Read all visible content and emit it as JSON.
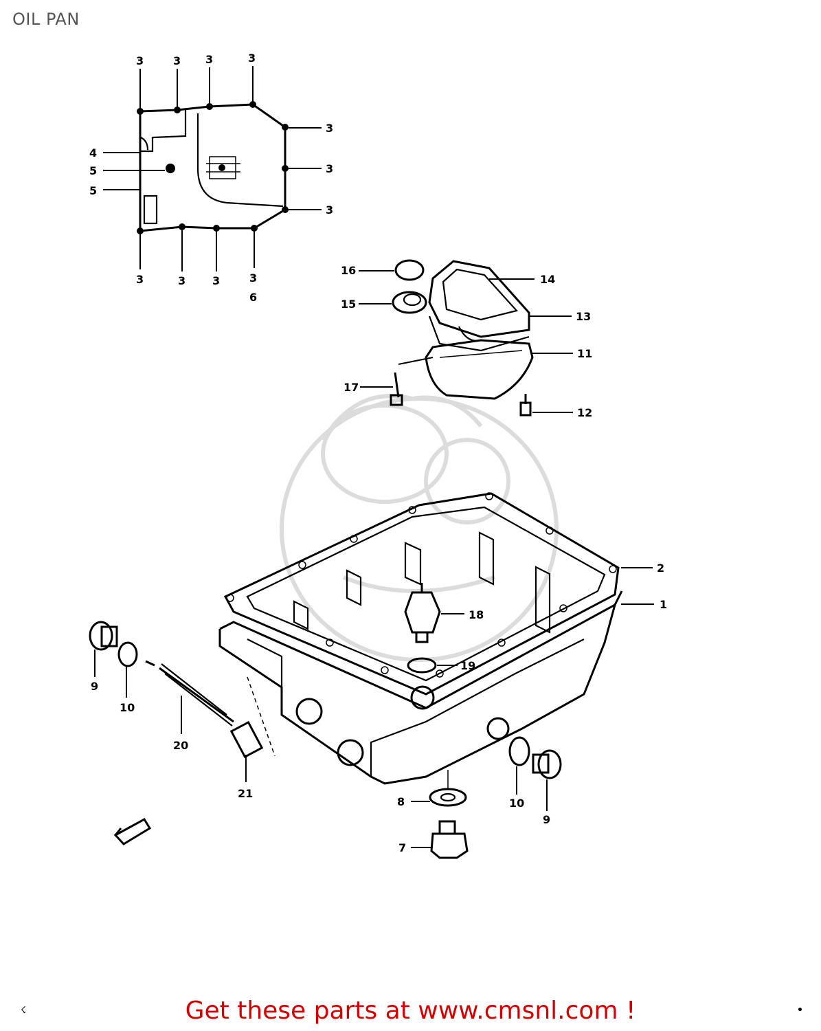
{
  "title": "OIL PAN",
  "footer": "Get these parts at www.cmsnl.com !",
  "corner_left": "☇",
  "corner_right": "•",
  "parts": {
    "p1": "1",
    "p2": "2",
    "p3": "3",
    "p4": "4",
    "p5": "5",
    "p6": "6",
    "p7": "7",
    "p8": "8",
    "p9": "9",
    "p10": "10",
    "p11": "11",
    "p12": "12",
    "p13": "13",
    "p14": "14",
    "p15": "15",
    "p16": "16",
    "p17": "17",
    "p18": "18",
    "p19": "19",
    "p20": "20",
    "p21": "21"
  }
}
